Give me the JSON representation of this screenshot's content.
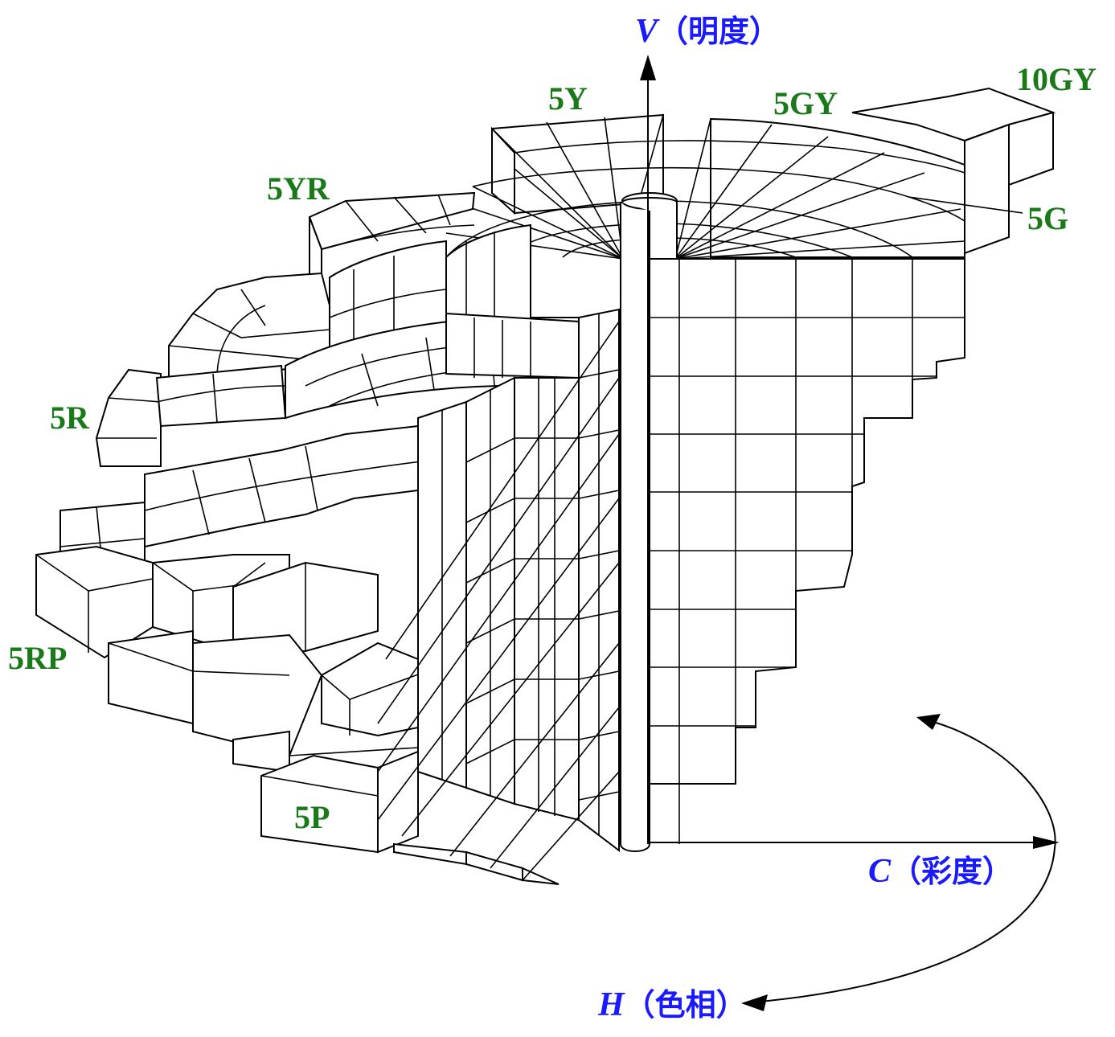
{
  "axes": {
    "value": {
      "letter": "V",
      "paren_label": "（明度）"
    },
    "chroma": {
      "letter": "C",
      "paren_label": "（彩度）"
    },
    "hue": {
      "letter": "H",
      "paren_label": "（色相）"
    }
  },
  "hue_labels": {
    "y": "5Y",
    "gy": "5GY",
    "gy10": "10GY",
    "g": "5G",
    "yr": "5YR",
    "r": "5R",
    "rp": "5RP",
    "p": "5P"
  },
  "colors": {
    "hue_label": "#1a7a1a",
    "axis_label": "#1a1aff",
    "line": "#000000"
  }
}
